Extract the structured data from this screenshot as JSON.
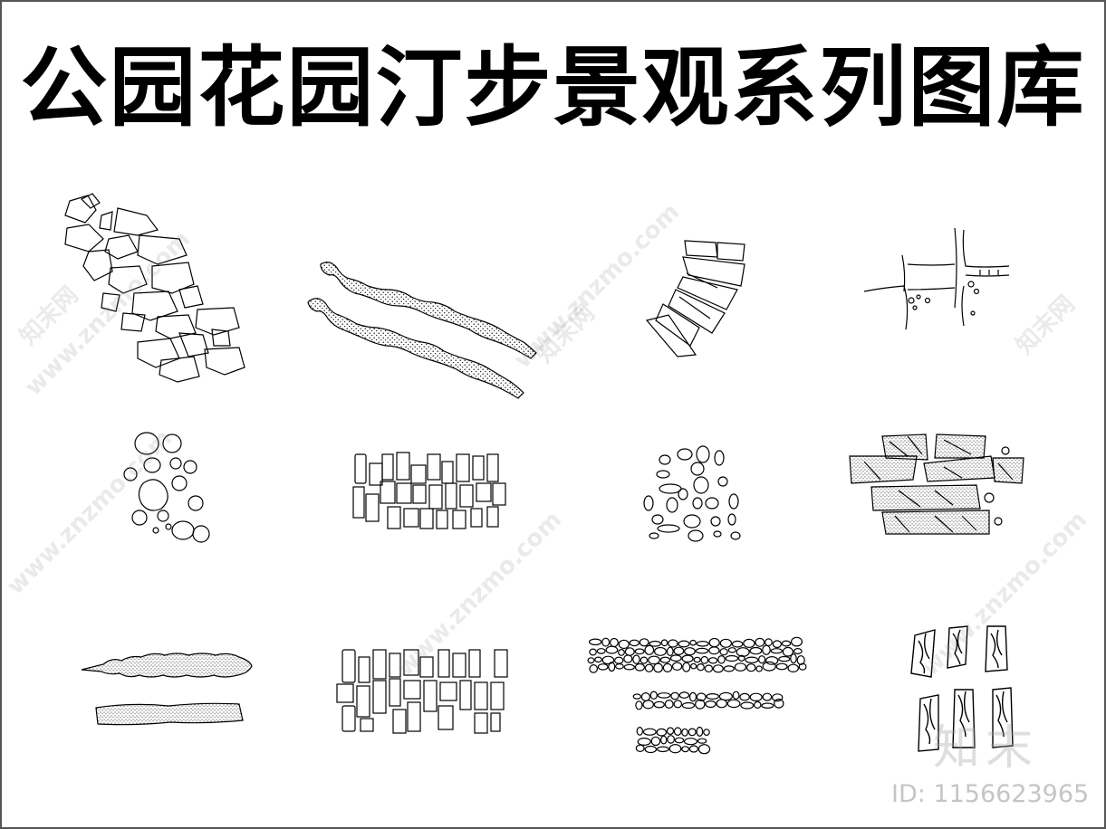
{
  "title": "公园花园汀步景观系列图库",
  "watermark": {
    "site": "www.znzmo.com",
    "brand": "知末网",
    "logo": "知末",
    "id_text": "ID: 1156623965"
  },
  "drawings": [
    {
      "name": "irregular-flagstone-cluster"
    },
    {
      "name": "dotted-double-stone-paths"
    },
    {
      "name": "angular-slab-steps"
    },
    {
      "name": "path-junction-plan"
    },
    {
      "name": "round-stone-scatter"
    },
    {
      "name": "rectangular-block-cluster"
    },
    {
      "name": "oval-pebble-cluster"
    },
    {
      "name": "hatched-plank-steps"
    },
    {
      "name": "dotted-stone-bands"
    },
    {
      "name": "rectangular-block-grid"
    },
    {
      "name": "pebble-strips"
    },
    {
      "name": "textured-stepping-slabs"
    }
  ]
}
